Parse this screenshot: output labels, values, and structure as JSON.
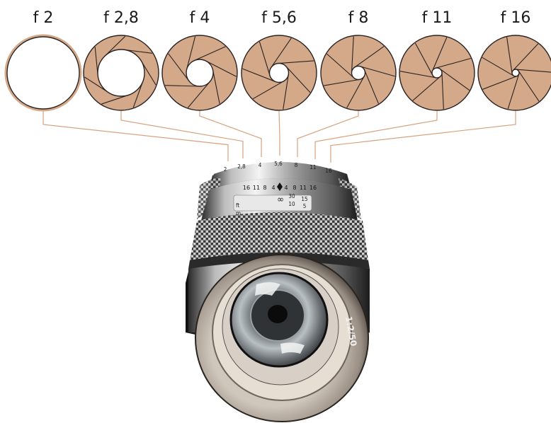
{
  "colors": {
    "blade_fill": "#d4a98a",
    "blade_edge": "#2a2220",
    "leader_line": "#d9a27f",
    "text": "#1a1a1a"
  },
  "f_stops": [
    {
      "label": "f 2",
      "aperture_open_fraction": 1.0
    },
    {
      "label": "f 2,8",
      "aperture_open_fraction": 0.66
    },
    {
      "label": "f 4",
      "aperture_open_fraction": 0.38
    },
    {
      "label": "f 5,6",
      "aperture_open_fraction": 0.27
    },
    {
      "label": "f 8",
      "aperture_open_fraction": 0.19
    },
    {
      "label": "f 11",
      "aperture_open_fraction": 0.14
    },
    {
      "label": "f 16",
      "aperture_open_fraction": 0.1
    }
  ],
  "lens": {
    "aperture_ring": [
      "2",
      "2,8",
      "4",
      "5,6",
      "8",
      "11",
      "16"
    ],
    "depth_of_field_scale": [
      "16",
      "11",
      "8",
      "4",
      "4",
      "8",
      "11",
      "16"
    ],
    "distance_scale": [
      "∞",
      "30",
      "10",
      "15",
      "5"
    ],
    "markers": [
      "ft",
      "m"
    ],
    "spec": "1:2/50"
  }
}
